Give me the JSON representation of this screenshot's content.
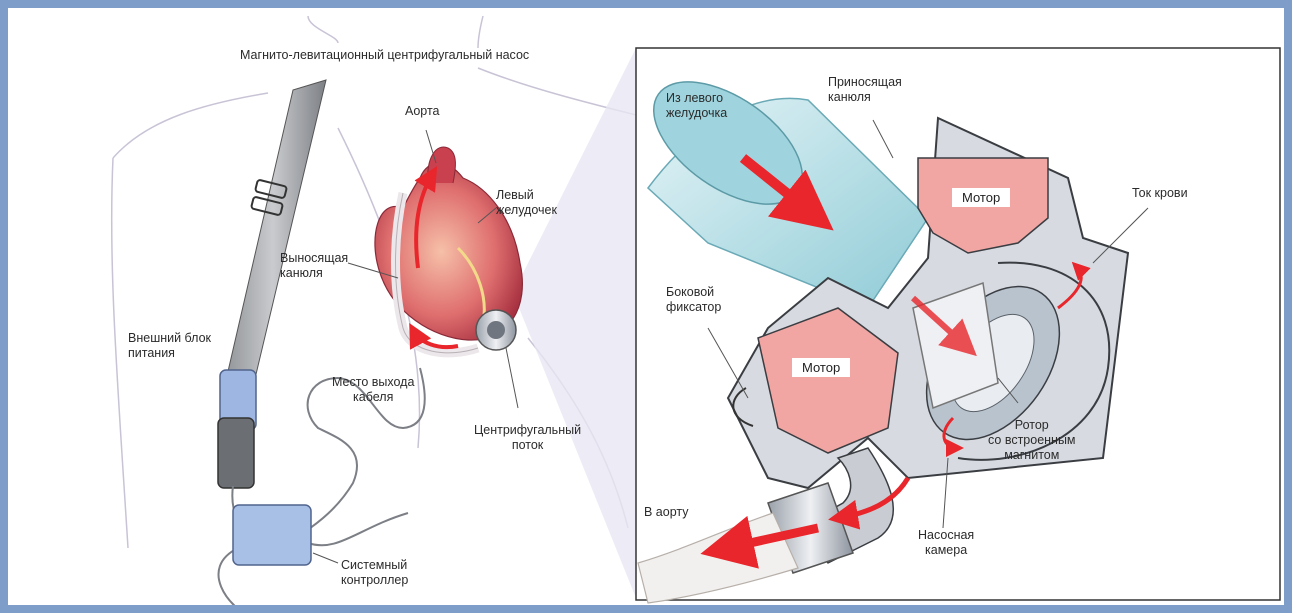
{
  "title": "Магнито-левитационный центрифугальный насос",
  "labels": {
    "aorta": "Аорта",
    "left_ventricle": "Левый\nжелудочек",
    "outflow_cannula": "Выносящая\nканюля",
    "external_power": "Внешний блок\nпитания",
    "cable_exit": "Место выхода\nкабеля",
    "centrifugal_flow": "Центрифугальный\nпоток",
    "system_controller": "Системный\nконтроллер",
    "from_left_ventricle": "Из левого\nжелудочка",
    "inflow_cannula": "Приносящая\nканюля",
    "motor_top": "Мотор",
    "motor_bottom": "Мотор",
    "blood_flow": "Ток крови",
    "side_lock": "Боковой\nфиксатор",
    "rotor": "Ротор\nсо встроенным\nмагнитом",
    "to_aorta": "В аорту",
    "pump_chamber": "Насосная\nкамера"
  },
  "colors": {
    "frame": "#7f9dc9",
    "motor": "#f2a6a3",
    "arrow": "#e8262b",
    "metal": "#c7ccd3",
    "cannula": "#bfe3ea",
    "heart": "#d9565e",
    "device_blue": "#a9c0e6"
  }
}
